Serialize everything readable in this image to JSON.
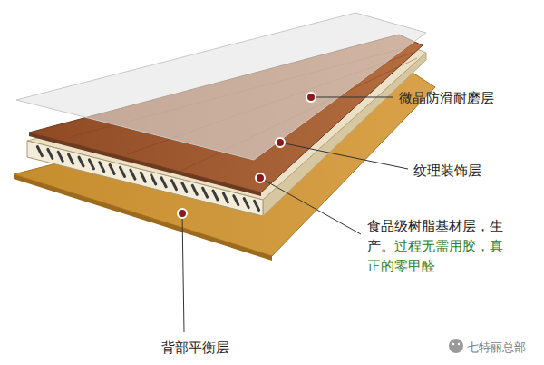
{
  "diagram": {
    "labels": [
      "微晶防滑耐磨层",
      "纹理装饰层",
      "食品级树脂基材层，生产。",
      "过程无需用胶，真正的零甲醛",
      "背部平衡层",
      "七特丽总部"
    ]
  }
}
